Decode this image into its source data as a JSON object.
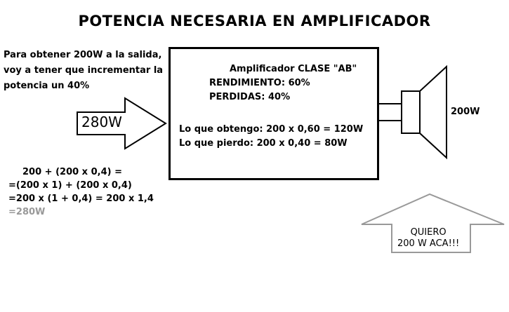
{
  "title": "POTENCIA NECESARIA EN AMPLIFICADOR",
  "intro": [
    "Para obtener 200W a la salida,",
    "voy a tener que incrementar la",
    "potencia un 40%"
  ],
  "amplifier": {
    "title": "Amplificador CLASE \"AB\"",
    "efficiency": "RENDIMIENTO: 60%",
    "losses": "PERDIDAS: 40%",
    "obtained": "Lo que obtengo: 200 x 0,60 = 120W",
    "lost": "Lo que pierdo: 200 x 0,40 = 80W"
  },
  "input_arrow": {
    "label": "280W"
  },
  "speaker": {
    "label": "200W"
  },
  "formula": {
    "line1": "200 + (200 x 0,4) =",
    "line2": "=(200 x 1) + (200 x 0,4)",
    "line3": "=200 x (1 + 0,4) = 200 x 1,4",
    "line4": "=280W"
  },
  "wish_arrow": {
    "line1": "QUIERO",
    "line2": "200 W ACA!!!"
  },
  "colors": {
    "ink": "#000000",
    "muted": "#999999",
    "background": "#ffffff"
  }
}
